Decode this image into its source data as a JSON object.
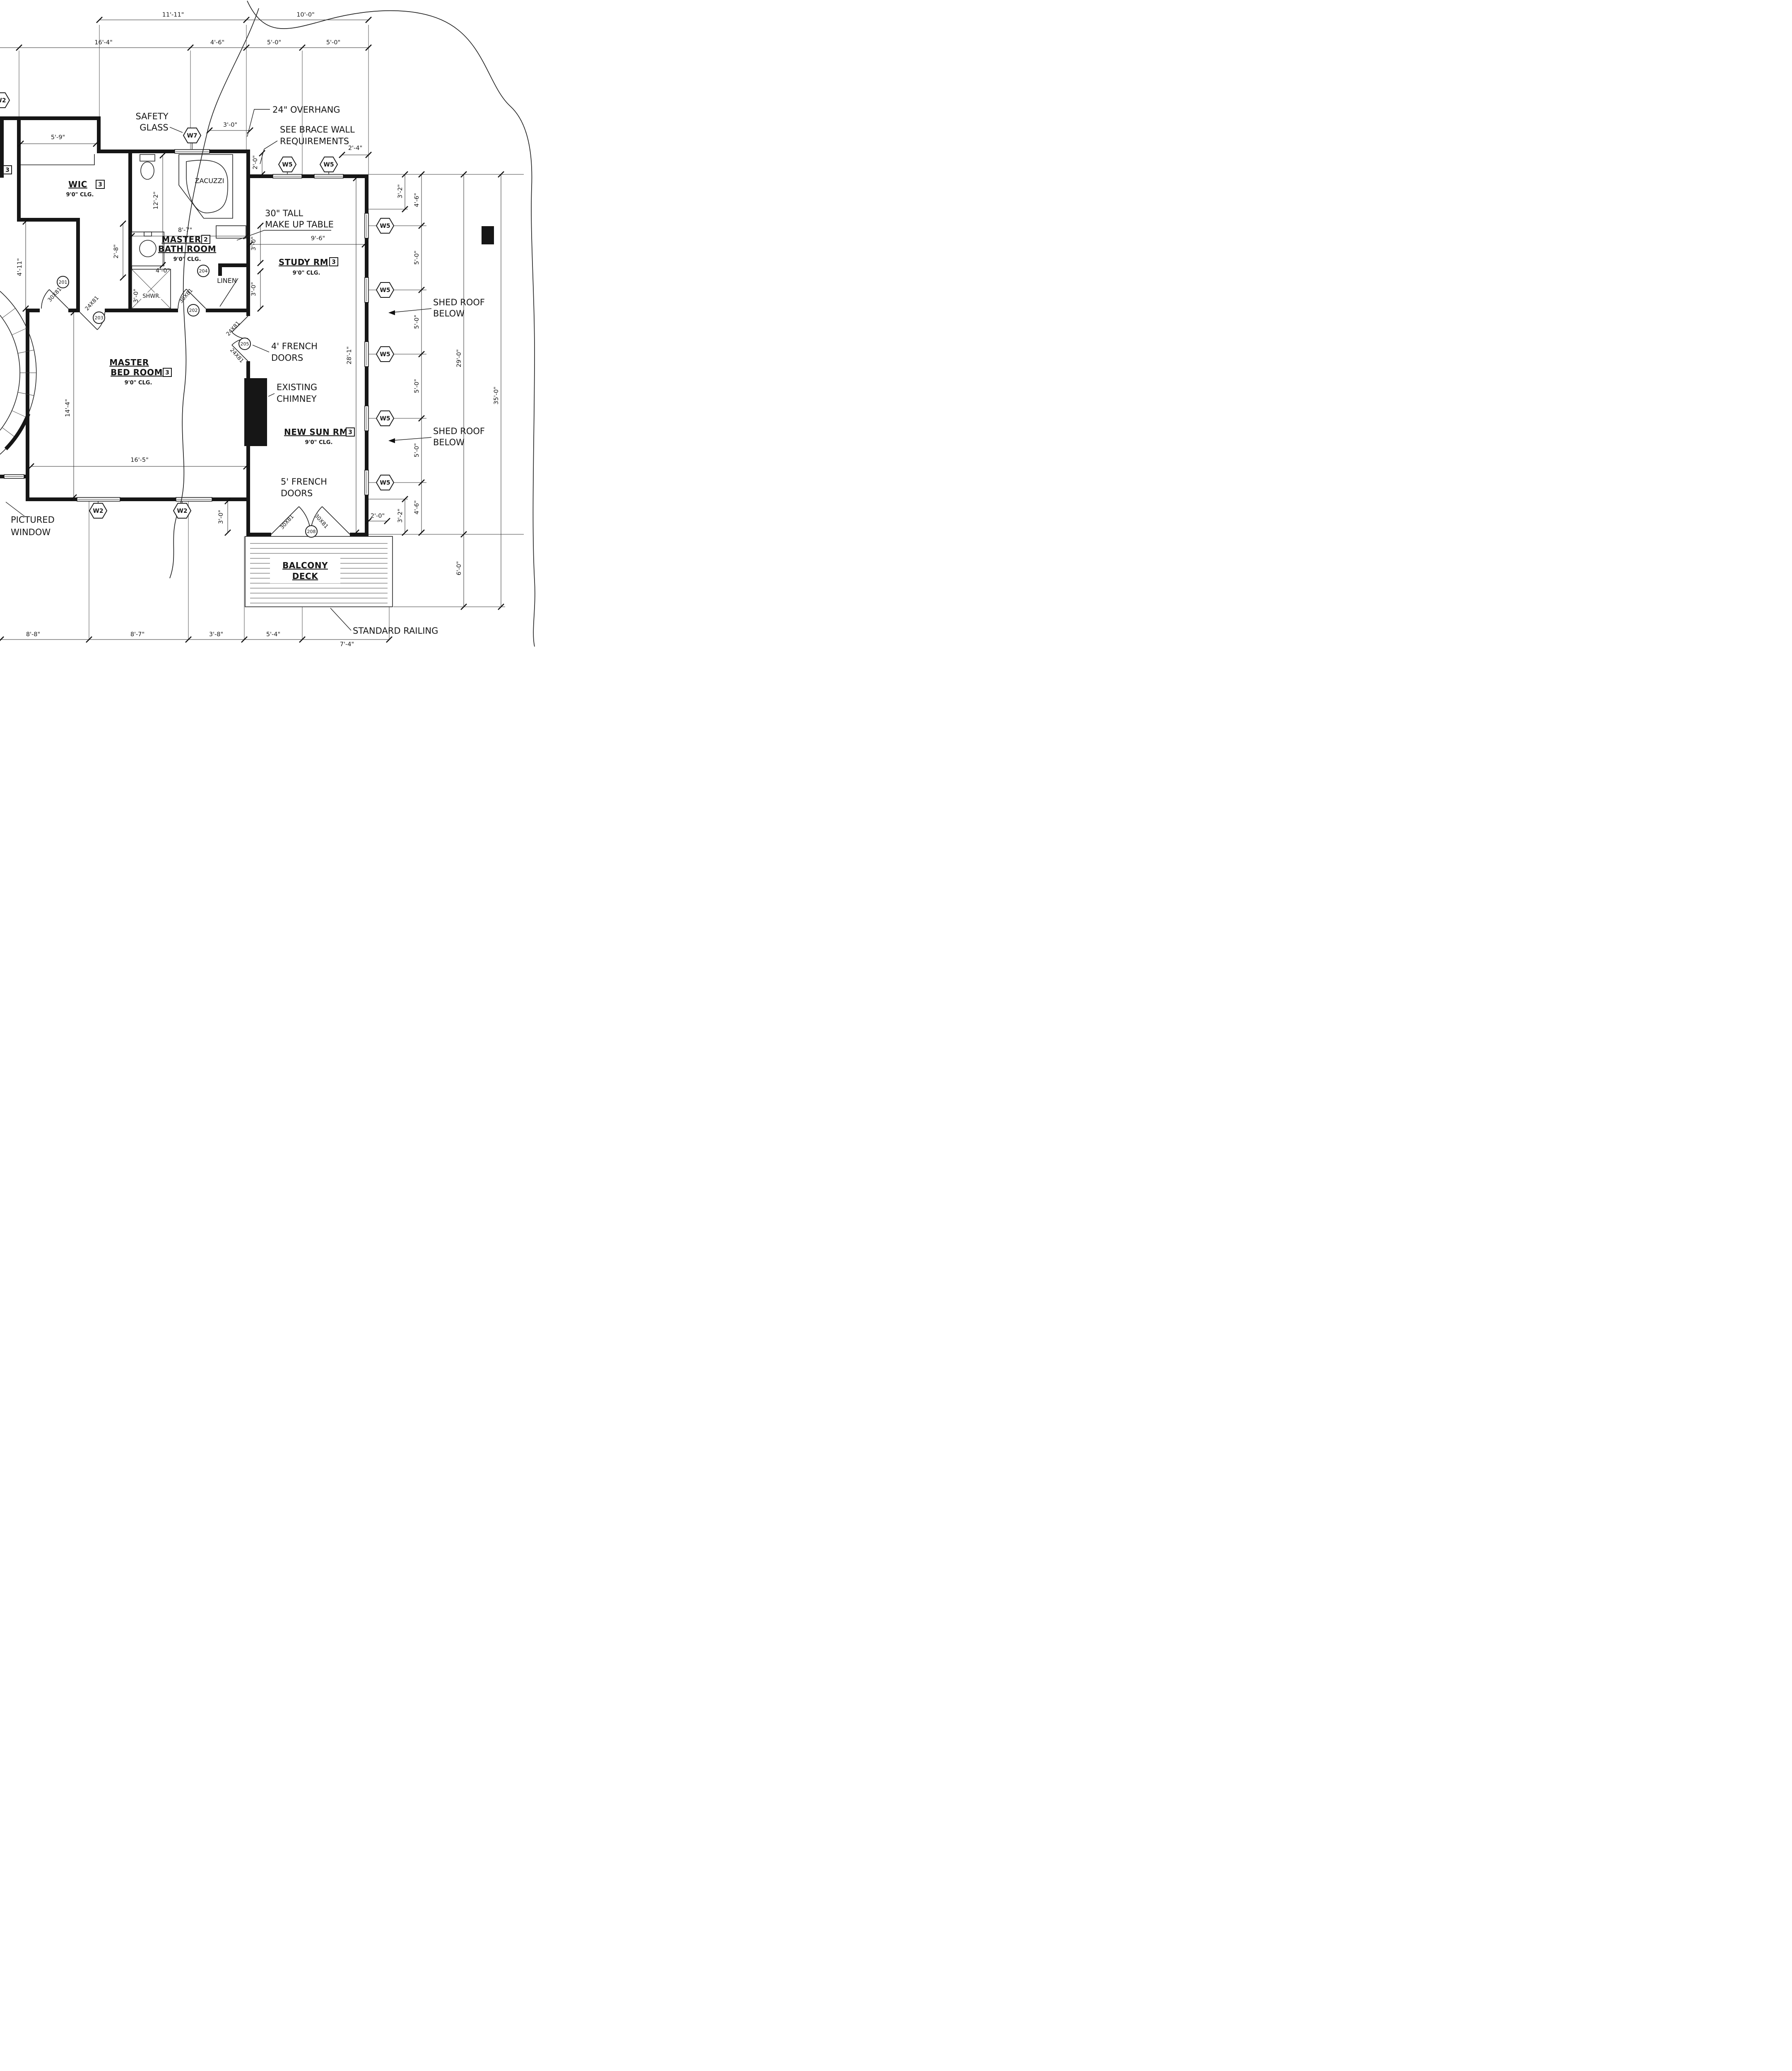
{
  "rooms": {
    "wic": {
      "name": "WIC",
      "clg": "9'0\" CLG.",
      "tag": "3"
    },
    "bath": {
      "l1": "MASTER",
      "l2": "BATH ROOM",
      "clg": "9'0\" CLG.",
      "tag": "2"
    },
    "study": {
      "name": "STUDY RM",
      "clg": "9'0\" CLG.",
      "tag": "3"
    },
    "bed": {
      "l1": "MASTER",
      "l2": "BED ROOM",
      "clg": "9'0\" CLG.",
      "tag": "3"
    },
    "sun": {
      "name": "NEW SUN RM",
      "clg": "9'0\" CLG.",
      "tag": "3"
    },
    "balcony": {
      "l1": "BALCONY",
      "l2": "DECK"
    }
  },
  "fixtures": {
    "jacuzzi": "ZACUZZI",
    "linen": "LINEN",
    "shower": "SHWR."
  },
  "notes": {
    "safety": [
      "SAFETY",
      "GLASS"
    ],
    "overhang": "24\" OVERHANG",
    "brace": [
      "SEE BRACE WALL",
      "REQUIREMENTS"
    ],
    "makeup": [
      "30\" TALL",
      "MAKE UP TABLE"
    ],
    "french4": [
      "4' FRENCH",
      "DOORS"
    ],
    "chimney": [
      "EXISTING",
      "CHIMNEY"
    ],
    "french5": [
      "5' FRENCH",
      "DOORS"
    ],
    "shed1": [
      "SHED ROOF",
      "BELOW"
    ],
    "shed2": [
      "SHED ROOF",
      "BELOW"
    ],
    "pictured": [
      "PICTURED",
      "WINDOW"
    ],
    "railing": "STANDARD RAILING"
  },
  "window_tags": [
    "W2",
    "W7",
    "W5",
    "W5",
    "W5",
    "W5",
    "W5",
    "W5",
    "W5",
    "W2",
    "W2"
  ],
  "wall_tag_left": "3",
  "door_tags": [
    "201",
    "203",
    "202",
    "204",
    "205",
    "208"
  ],
  "door_sizes": [
    "30X81",
    "24X81",
    "30X81",
    "24X81",
    "24X81",
    "30X81",
    "30X81"
  ],
  "dims": {
    "top1": [
      "11'-11\"",
      "10'-0\""
    ],
    "top2": [
      "16'-4\"",
      "4'-6\"",
      "5'-0\"",
      "5'-0\""
    ],
    "left": [
      "4'-11\"",
      "14'-4\""
    ],
    "right": [
      "3'-2\"",
      "4'-6\"",
      "5'-0\"",
      "5'-0\"",
      "5'-0\"",
      "5'-0\"",
      "3'-2\"",
      "4'-6\"",
      "29'-0\"",
      "35'-0\"",
      "6'-0\"",
      "2'-0\"",
      "28'-1\"",
      "2'-4\""
    ],
    "inner": [
      "5'-9\"",
      "3'-0\"",
      "2'-0\"",
      "12'-2\"",
      "8'-7\"",
      "2'-8\"",
      "3'-0\"",
      "3'-0\"",
      "9'-6\"",
      "4'-0\"",
      "3'-0\"",
      "16'-5\"",
      "3'-0\""
    ],
    "bottom": [
      "8'-8\"",
      "8'-7\"",
      "3'-8\"",
      "5'-4\"",
      "7'-4\""
    ]
  }
}
